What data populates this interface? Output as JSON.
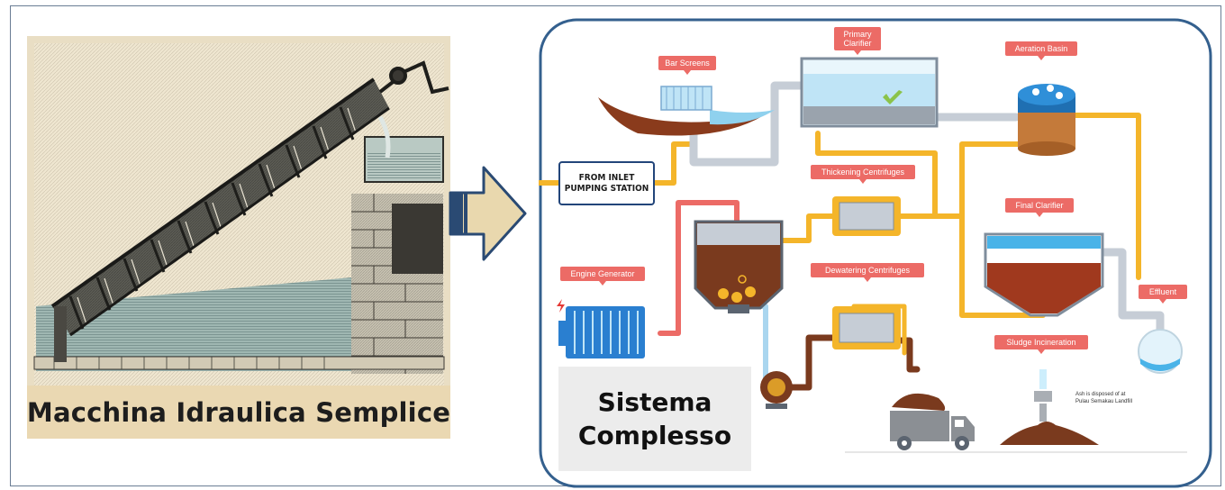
{
  "left": {
    "caption": "Macchina Idraulica Semplice"
  },
  "right": {
    "title_line1": "Sistema",
    "title_line2": "Complesso",
    "inlet_line1": "FROM INLET",
    "inlet_line2": "PUMPING STATION",
    "labels": {
      "bar_screens": "Bar Screens",
      "primary_clarifier_1": "Primary",
      "primary_clarifier_2": "Clarifier",
      "aeration_basin": "Aeration Basin",
      "thickening_centrifuges": "Thickening Centrifuges",
      "final_clarifier": "Final Clarifier",
      "engine_generator": "Engine Generator",
      "dewatering_centrifuges": "Dewatering Centrifuges",
      "effluent": "Effluent",
      "sludge_incineration": "Sludge Incineration"
    },
    "ash_note_1": "Ash is disposed of at",
    "ash_note_2": "Pulau Semakau Landfill"
  },
  "colors": {
    "frame": "#6a7d94",
    "panel_border": "#34608e",
    "pipe_yellow": "#f4b52a",
    "pipe_red": "#ec6b66",
    "pipe_grey": "#c6cdd6",
    "pipe_blue": "#aad6ef",
    "callout": "#ec6b66",
    "arrow_fill": "#e9d8ae",
    "arrow_stroke": "#2a4a73",
    "caption_bg": "#ead8b2"
  }
}
